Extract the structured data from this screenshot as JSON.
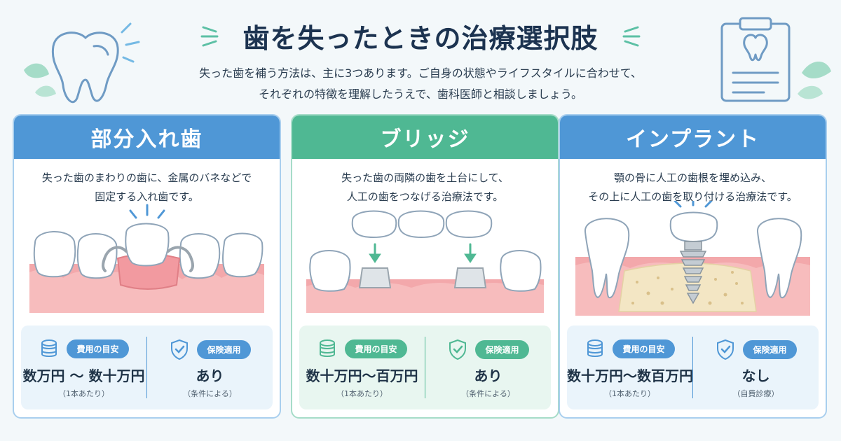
{
  "header": {
    "title": "歯を失ったときの治療選択肢",
    "subtitle_line1": "失った歯を補う方法は、主に3つあります。ご自身の状態やライフスタイルに合わせて、",
    "subtitle_line2": "それぞれの特徴を理解したうえで、歯科医師と相談しましょう。"
  },
  "colors": {
    "blue": "#4f97d6",
    "green": "#4fb893",
    "blue_light": "#eaf4fb",
    "green_light": "#e8f6f0",
    "gum": "#f3a8ab",
    "leaf": "#9fd9c4"
  },
  "cards": [
    {
      "title": "部分入れ歯",
      "desc_line1": "失った歯のまわりの歯に、金属のバネなどで",
      "desc_line2": "固定する入れ歯です。",
      "cost_label": "費用の目安",
      "cost_value": "数万円 ～ 数十万円",
      "cost_note": "（1本あたり）",
      "insurance_label": "保険適用",
      "insurance_value": "あり",
      "insurance_note": "（条件による）",
      "theme": "blue",
      "icons": {
        "cost": "coin-stack-icon",
        "insurance": "shield-check-icon"
      }
    },
    {
      "title": "ブリッジ",
      "desc_line1": "失った歯の両隣の歯を土台にして、",
      "desc_line2": "人工の歯をつなげる治療法です。",
      "cost_label": "費用の目安",
      "cost_value": "数十万円～百万円",
      "cost_note": "（1本あたり）",
      "insurance_label": "保険適用",
      "insurance_value": "あり",
      "insurance_note": "（条件による）",
      "theme": "green",
      "icons": {
        "cost": "coin-stack-icon",
        "insurance": "shield-check-icon"
      }
    },
    {
      "title": "インプラント",
      "desc_line1": "顎の骨に人工の歯根を埋め込み、",
      "desc_line2": "その上に人工の歯を取り付ける治療法です。",
      "cost_label": "費用の目安",
      "cost_value": "数十万円～数百万円",
      "cost_note": "（1本あたり）",
      "insurance_label": "保険適用",
      "insurance_value": "なし",
      "insurance_note": "（自費診療）",
      "theme": "blue",
      "icons": {
        "cost": "coin-stack-icon",
        "insurance": "shield-check-icon"
      }
    }
  ]
}
